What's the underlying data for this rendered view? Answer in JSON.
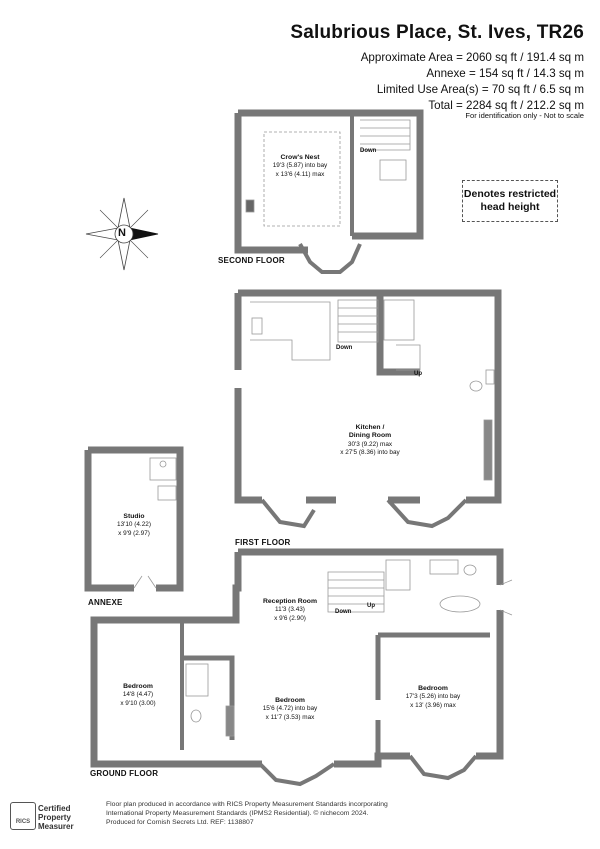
{
  "header": {
    "title": "Salubrious Place, St. Ives, TR26",
    "areas": [
      "Approximate Area = 2060 sq ft / 191.4 sq m",
      "Annexe = 154 sq ft / 14.3 sq m",
      "Limited Use Area(s) = 70 sq ft / 6.5 sq m",
      "Total = 2284 sq ft / 212.2 sq m"
    ],
    "note": "For identification only - Not to scale"
  },
  "legend": {
    "line1": "Denotes restricted",
    "line2": "head height"
  },
  "compass": {
    "letter": "N"
  },
  "floors": {
    "second": "SECOND FLOOR",
    "first": "FIRST FLOOR",
    "annexe": "ANNEXE",
    "ground": "GROUND FLOOR"
  },
  "rooms": {
    "crows_nest": {
      "name": "Crow's Nest",
      "line1": "19'3 (5.87) into bay",
      "line2": "x 13'6 (4.11) max"
    },
    "kitchen": {
      "name": "Kitchen /",
      "name2": "Dining Room",
      "line1": "30'3 (9.22) max",
      "line2": "x 27'5 (8.36) into bay"
    },
    "studio": {
      "name": "Studio",
      "line1": "13'10 (4.22)",
      "line2": "x 9'9 (2.97)"
    },
    "reception": {
      "name": "Reception Room",
      "line1": "11'3 (3.43)",
      "line2": "x 9'6 (2.90)"
    },
    "bedroom_left": {
      "name": "Bedroom",
      "line1": "14'8 (4.47)",
      "line2": "x 9'10 (3.00)"
    },
    "bedroom_mid": {
      "name": "Bedroom",
      "line1": "15'6 (4.72) into bay",
      "line2": "x 11'7 (3.53) max"
    },
    "bedroom_right": {
      "name": "Bedroom",
      "line1": "17'3 (5.26) into bay",
      "line2": "x 13' (3.96) max"
    }
  },
  "stair_labels": {
    "second_down": "Down",
    "first_down": "Down",
    "first_up": "Up",
    "ground_down": "Down",
    "ground_up": "Up"
  },
  "footer": {
    "rics_line1": "Certified",
    "rics_line2": "Property",
    "rics_line3": "Measurer",
    "rics_logo": "RICS",
    "line1": "Floor plan produced in accordance with RICS Property Measurement Standards incorporating",
    "line2": "International Property Measurement Standards (IPMS2 Residential).  © nichecom 2024.",
    "line3": "Produced for Cornish Secrets Ltd.   REF:  1138807"
  }
}
